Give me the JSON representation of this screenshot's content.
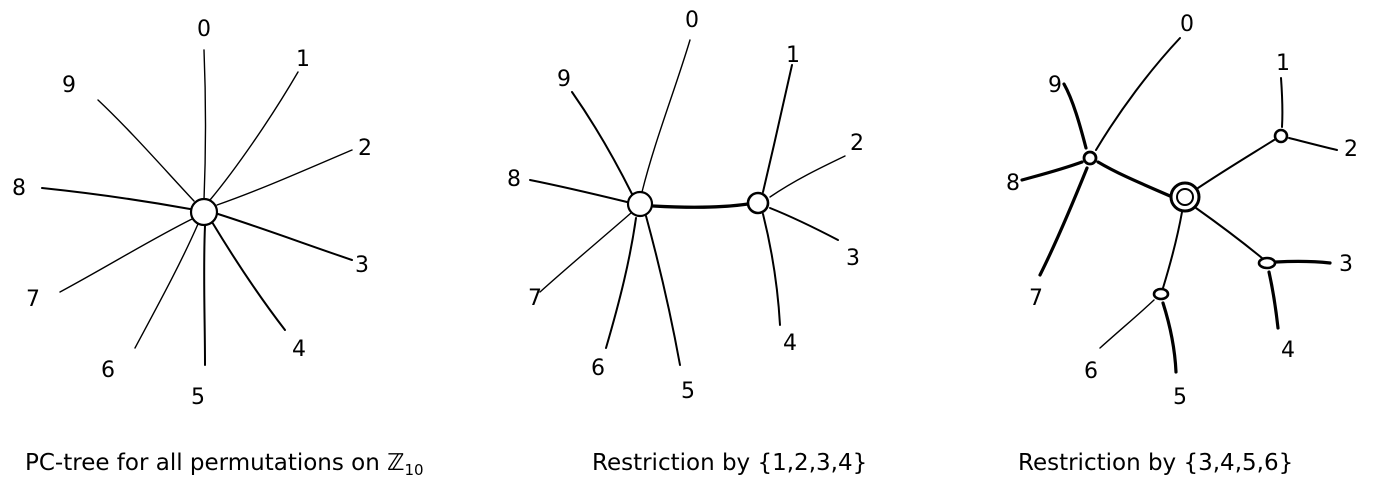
{
  "panels": [
    {
      "caption_prefix": "PC-tree for all permutations on ",
      "caption_symbol": "ℤ",
      "caption_subscript": "10",
      "leaves": [
        "0",
        "1",
        "2",
        "3",
        "4",
        "5",
        "6",
        "7",
        "8",
        "9"
      ]
    },
    {
      "caption": "Restriction by {1,2,3,4}",
      "leaves": [
        "0",
        "1",
        "2",
        "3",
        "4",
        "5",
        "6",
        "7",
        "8",
        "9"
      ]
    },
    {
      "caption": "Restriction by {3,4,5,6}",
      "leaves": [
        "0",
        "1",
        "2",
        "3",
        "4",
        "5",
        "6",
        "7",
        "8",
        "9"
      ]
    }
  ]
}
